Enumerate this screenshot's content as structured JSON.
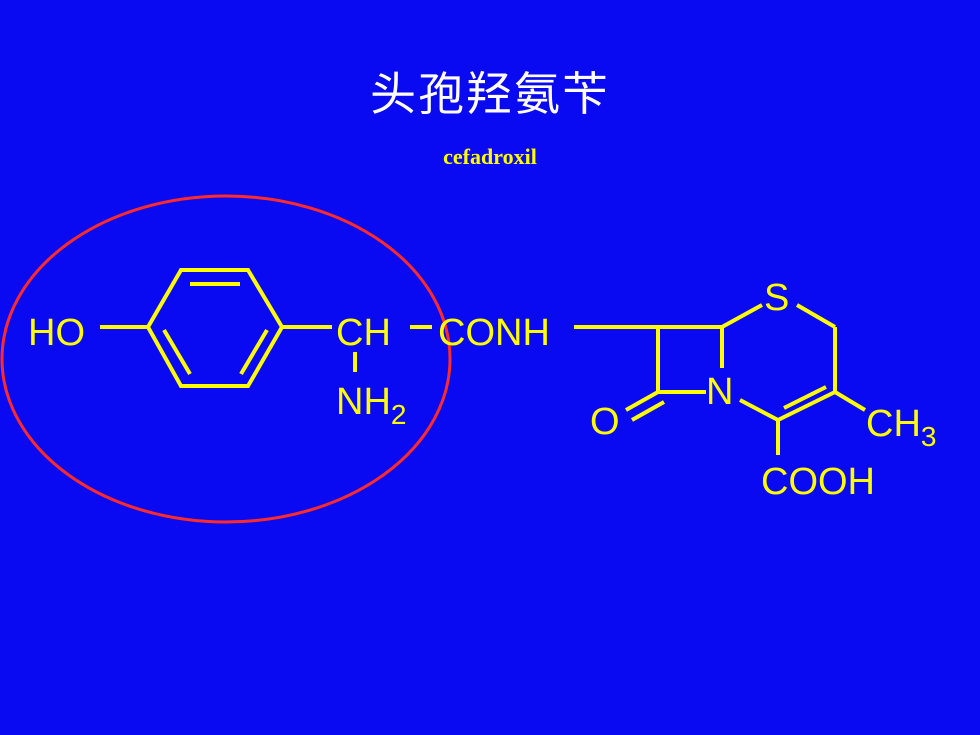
{
  "slide": {
    "title": "头孢羟氨苄",
    "subtitle": "cefadroxil"
  },
  "structure": {
    "atoms": {
      "ho": "HO",
      "ch": "CH",
      "conh": "CONH",
      "nh": "NH",
      "nh_sub": "2",
      "s": "S",
      "n": "N",
      "o": "O",
      "ch3": "CH",
      "ch3_sub": "3",
      "cooh": "COOH"
    },
    "colors": {
      "background": "#0a0af2",
      "bond": "#ffff00",
      "text": "#ffff00",
      "title": "#ffffff",
      "highlight_ellipse": "#ff2a2a"
    }
  }
}
